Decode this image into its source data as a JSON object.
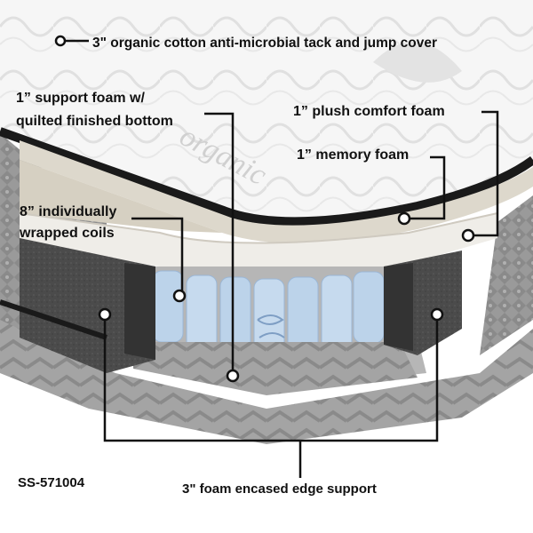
{
  "labels": {
    "cover": "3\" organic cotton anti-microbial tack and jump cover",
    "support_line1": "1” support foam w/",
    "support_line2": "quilted finished bottom",
    "plush": "1” plush comfort foam",
    "memory": "1” memory foam",
    "coils_line1": "8” individually",
    "coils_line2": "wrapped coils",
    "edge": "3\" foam encased edge support",
    "model_code": "SS-571004"
  },
  "quilt_text": "organic",
  "colors": {
    "background": "#ffffff",
    "cover_top": "#f4f4f4",
    "trim": "#1a1a1a",
    "memory_foam": "#ddd8cc",
    "comfort_foam": "#efede8",
    "edge_foam": "#4a4a4a",
    "coils": "#bcd3ea",
    "side_fabric": "#8e8e8e",
    "leader_line": "#111111"
  }
}
